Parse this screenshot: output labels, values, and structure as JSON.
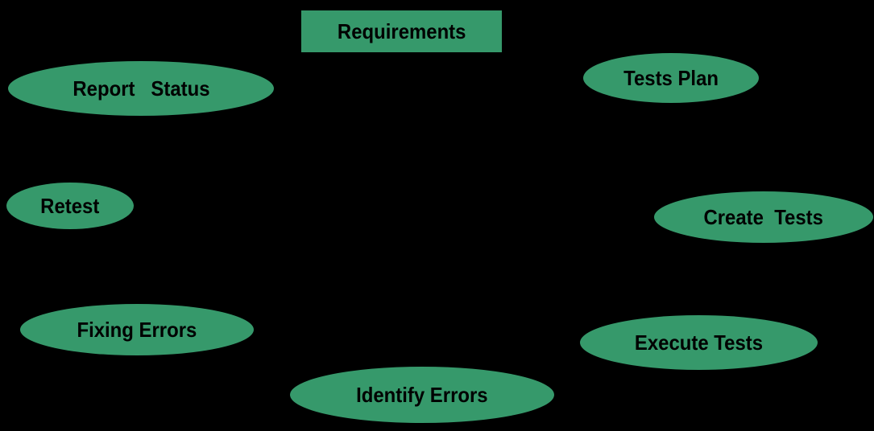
{
  "diagram": {
    "description": "Software testing lifecycle diagram",
    "background_color": "#000000",
    "node_fill_color": "#36996B",
    "node_text_color": "#000000",
    "nodes": [
      {
        "id": "requirements",
        "shape": "rectangle",
        "label": "Requirements"
      },
      {
        "id": "tests-plan",
        "shape": "ellipse",
        "label": "Tests Plan"
      },
      {
        "id": "create-tests",
        "shape": "ellipse",
        "label": "Create  Tests"
      },
      {
        "id": "execute-tests",
        "shape": "ellipse",
        "label": "Execute Tests"
      },
      {
        "id": "identify-errors",
        "shape": "ellipse",
        "label": "Identify Errors"
      },
      {
        "id": "fixing-errors",
        "shape": "ellipse",
        "label": "Fixing Errors"
      },
      {
        "id": "retest",
        "shape": "ellipse",
        "label": "Retest"
      },
      {
        "id": "report-status",
        "shape": "ellipse",
        "label": "Report   Status"
      }
    ]
  }
}
